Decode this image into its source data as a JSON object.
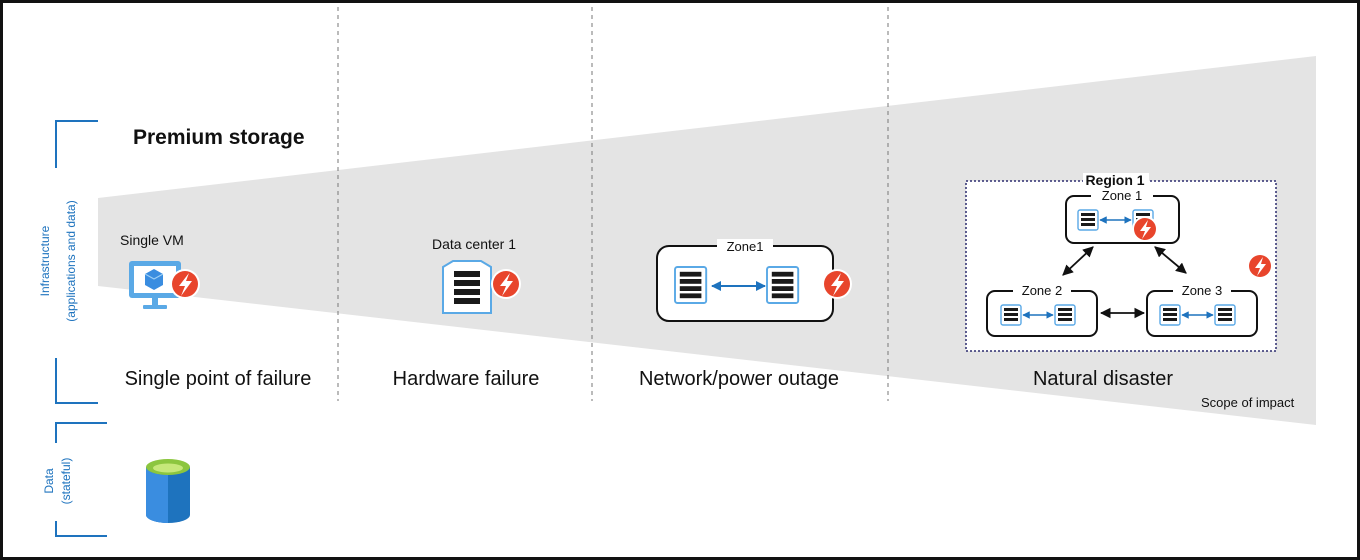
{
  "side_labels": {
    "infrastructure_line1": "Infrastructure",
    "infrastructure_line2": "(applications and data)",
    "data_line1": "Data",
    "data_line2": "(stateful)"
  },
  "headings": {
    "premium_storage": "Premium storage",
    "scope_of_impact": "Scope of impact"
  },
  "columns": [
    {
      "icon_label": "Single VM",
      "failure": "Single point of failure"
    },
    {
      "icon_label": "Data center 1",
      "failure": "Hardware failure"
    },
    {
      "icon_label": "Zone1",
      "failure": "Network/power outage"
    },
    {
      "icon_label": "Region 1",
      "failure": "Natural disaster"
    }
  ],
  "region": {
    "zones": [
      "Zone 1",
      "Zone 2",
      "Zone 3"
    ]
  },
  "icons": {
    "vm": "virtual-machine-icon",
    "server": "server-rack-icon",
    "failure": "lightning-failure-icon",
    "storage": "storage-cylinder-icon"
  },
  "colors": {
    "accent_blue": "#1e73be",
    "light_blue": "#5aa9e6",
    "failure_red": "#e8452c",
    "wedge_gray": "#e4e4e4",
    "storage_green": "#8cc63f"
  }
}
